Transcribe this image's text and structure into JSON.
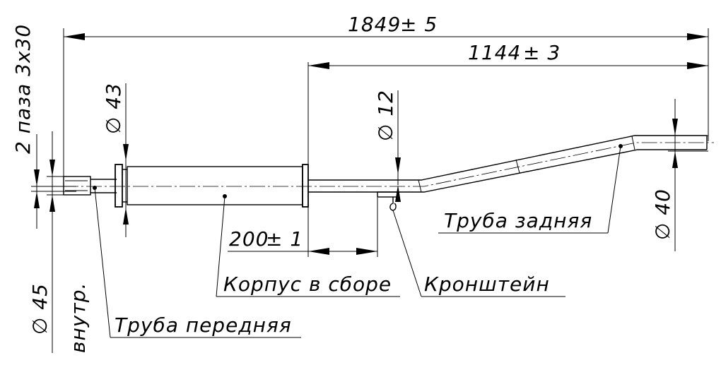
{
  "dimensions": {
    "overall_length": "1849",
    "overall_tolerance": "± 5",
    "rear_length": "1144",
    "rear_tolerance": "± 3",
    "body_offset": "200",
    "body_offset_tolerance": "± 1",
    "slots": "2 паза 3х30",
    "diameter_front_sleeve": "∅ 43",
    "diameter_bracket": "∅ 12",
    "diameter_rear": "∅ 40",
    "diameter_front_inner": "∅ 45",
    "inner_note": "внутр."
  },
  "labels": {
    "rear_pipe": "Труба задняя",
    "body_assembly": "Корпус в сборе",
    "bracket": "Кронштейн",
    "front_pipe": "Труба передняя"
  }
}
